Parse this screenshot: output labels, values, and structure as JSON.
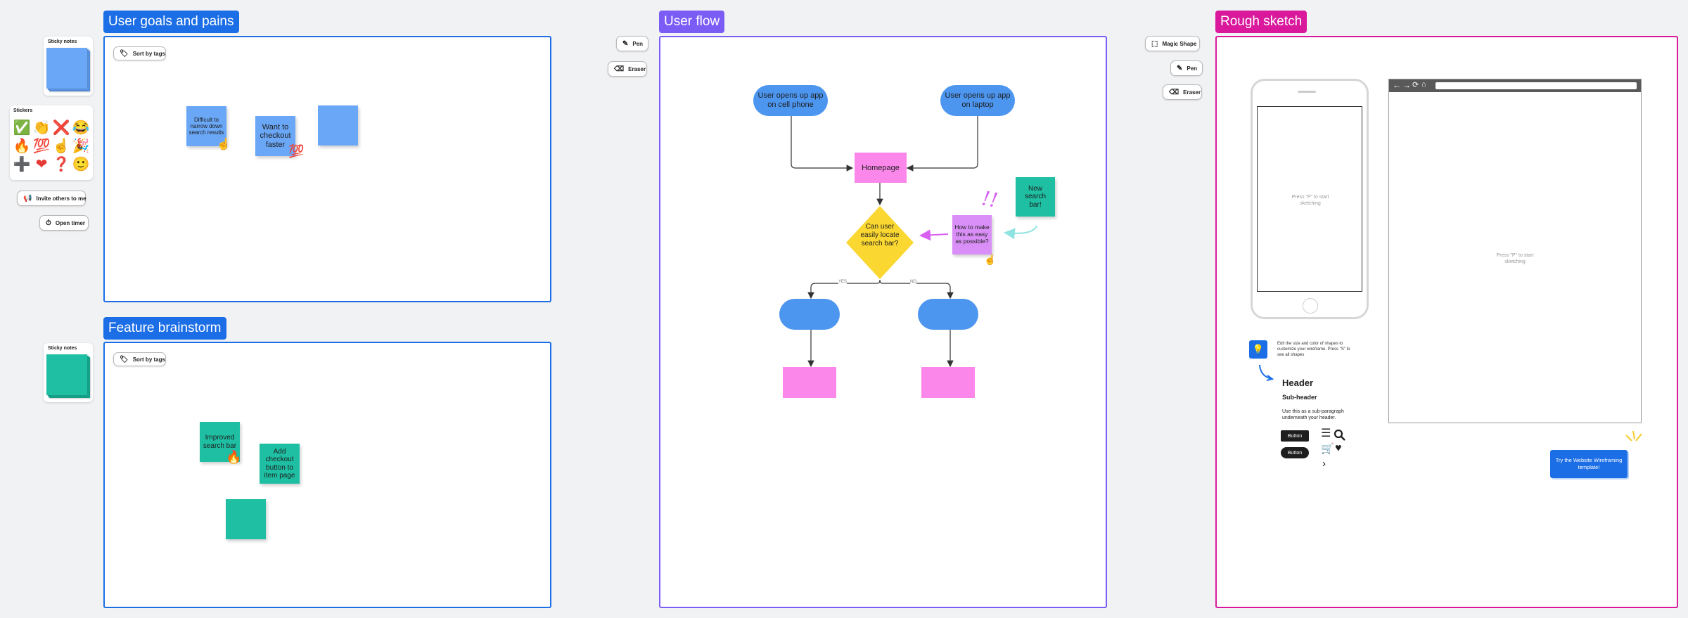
{
  "sections": {
    "goals": {
      "title": "User goals and pains",
      "color": "#1b6ee6"
    },
    "brainstorm": {
      "title": "Feature brainstorm",
      "color": "#1b6ee6"
    },
    "flow": {
      "title": "User flow",
      "color": "#7b5cf5"
    },
    "sketch": {
      "title": "Rough sketch",
      "color": "#d9189b"
    }
  },
  "left_tools": {
    "sticky_notes_label": "Sticky notes",
    "stickers_label": "Stickers",
    "stickers": [
      "✅",
      "👏",
      "❌",
      "😂",
      "🔥",
      "💯",
      "☝",
      "🎉",
      "➕",
      "❤",
      "❓",
      "🙂"
    ],
    "invite_label": "Invite others to me",
    "timer_label": "Open timer",
    "sticky_notes_label_2": "Sticky notes"
  },
  "sort_by_tags": "Sort by tags",
  "goals_notes": [
    {
      "text": "Difficult to narrow down search results",
      "sticker": "☝"
    },
    {
      "text": "Want to checkout faster",
      "sticker": "💯"
    },
    {
      "text": ""
    }
  ],
  "brainstorm_notes": [
    {
      "text": "Improved search bar",
      "sticker": "🔥"
    },
    {
      "text": "Add checkout button to item page"
    },
    {
      "text": ""
    }
  ],
  "flow_tools": {
    "pen": "Pen",
    "eraser": "Eraser"
  },
  "flow": {
    "start_phone": "User opens up app on cell phone",
    "start_laptop": "User opens up app on laptop",
    "homepage": "Homepage",
    "decision": "Can user easily locate search bar?",
    "yes": "YES",
    "no": "NO",
    "comment": "How to make this as easy as possible?",
    "new_search": "New search bar!",
    "exclaim": "!!"
  },
  "sketch_tools": {
    "magic_shape": "Magic Shape",
    "pen": "Pen",
    "eraser": "Eraser"
  },
  "sketch": {
    "phone_hint": "Press \"P\" to start sketching",
    "browser_hint": "Press \"P\" to start sketching",
    "tip": "Edit the size and color of shapes to customize your wireframe. Press \"S\" to see all shapes",
    "header": "Header",
    "subheader": "Sub-header",
    "paragraph": "Use this as a sub-paragraph underneath your header.",
    "button1": "Button",
    "button2": "Button",
    "cta": "Try the Website Wireframing template!"
  }
}
